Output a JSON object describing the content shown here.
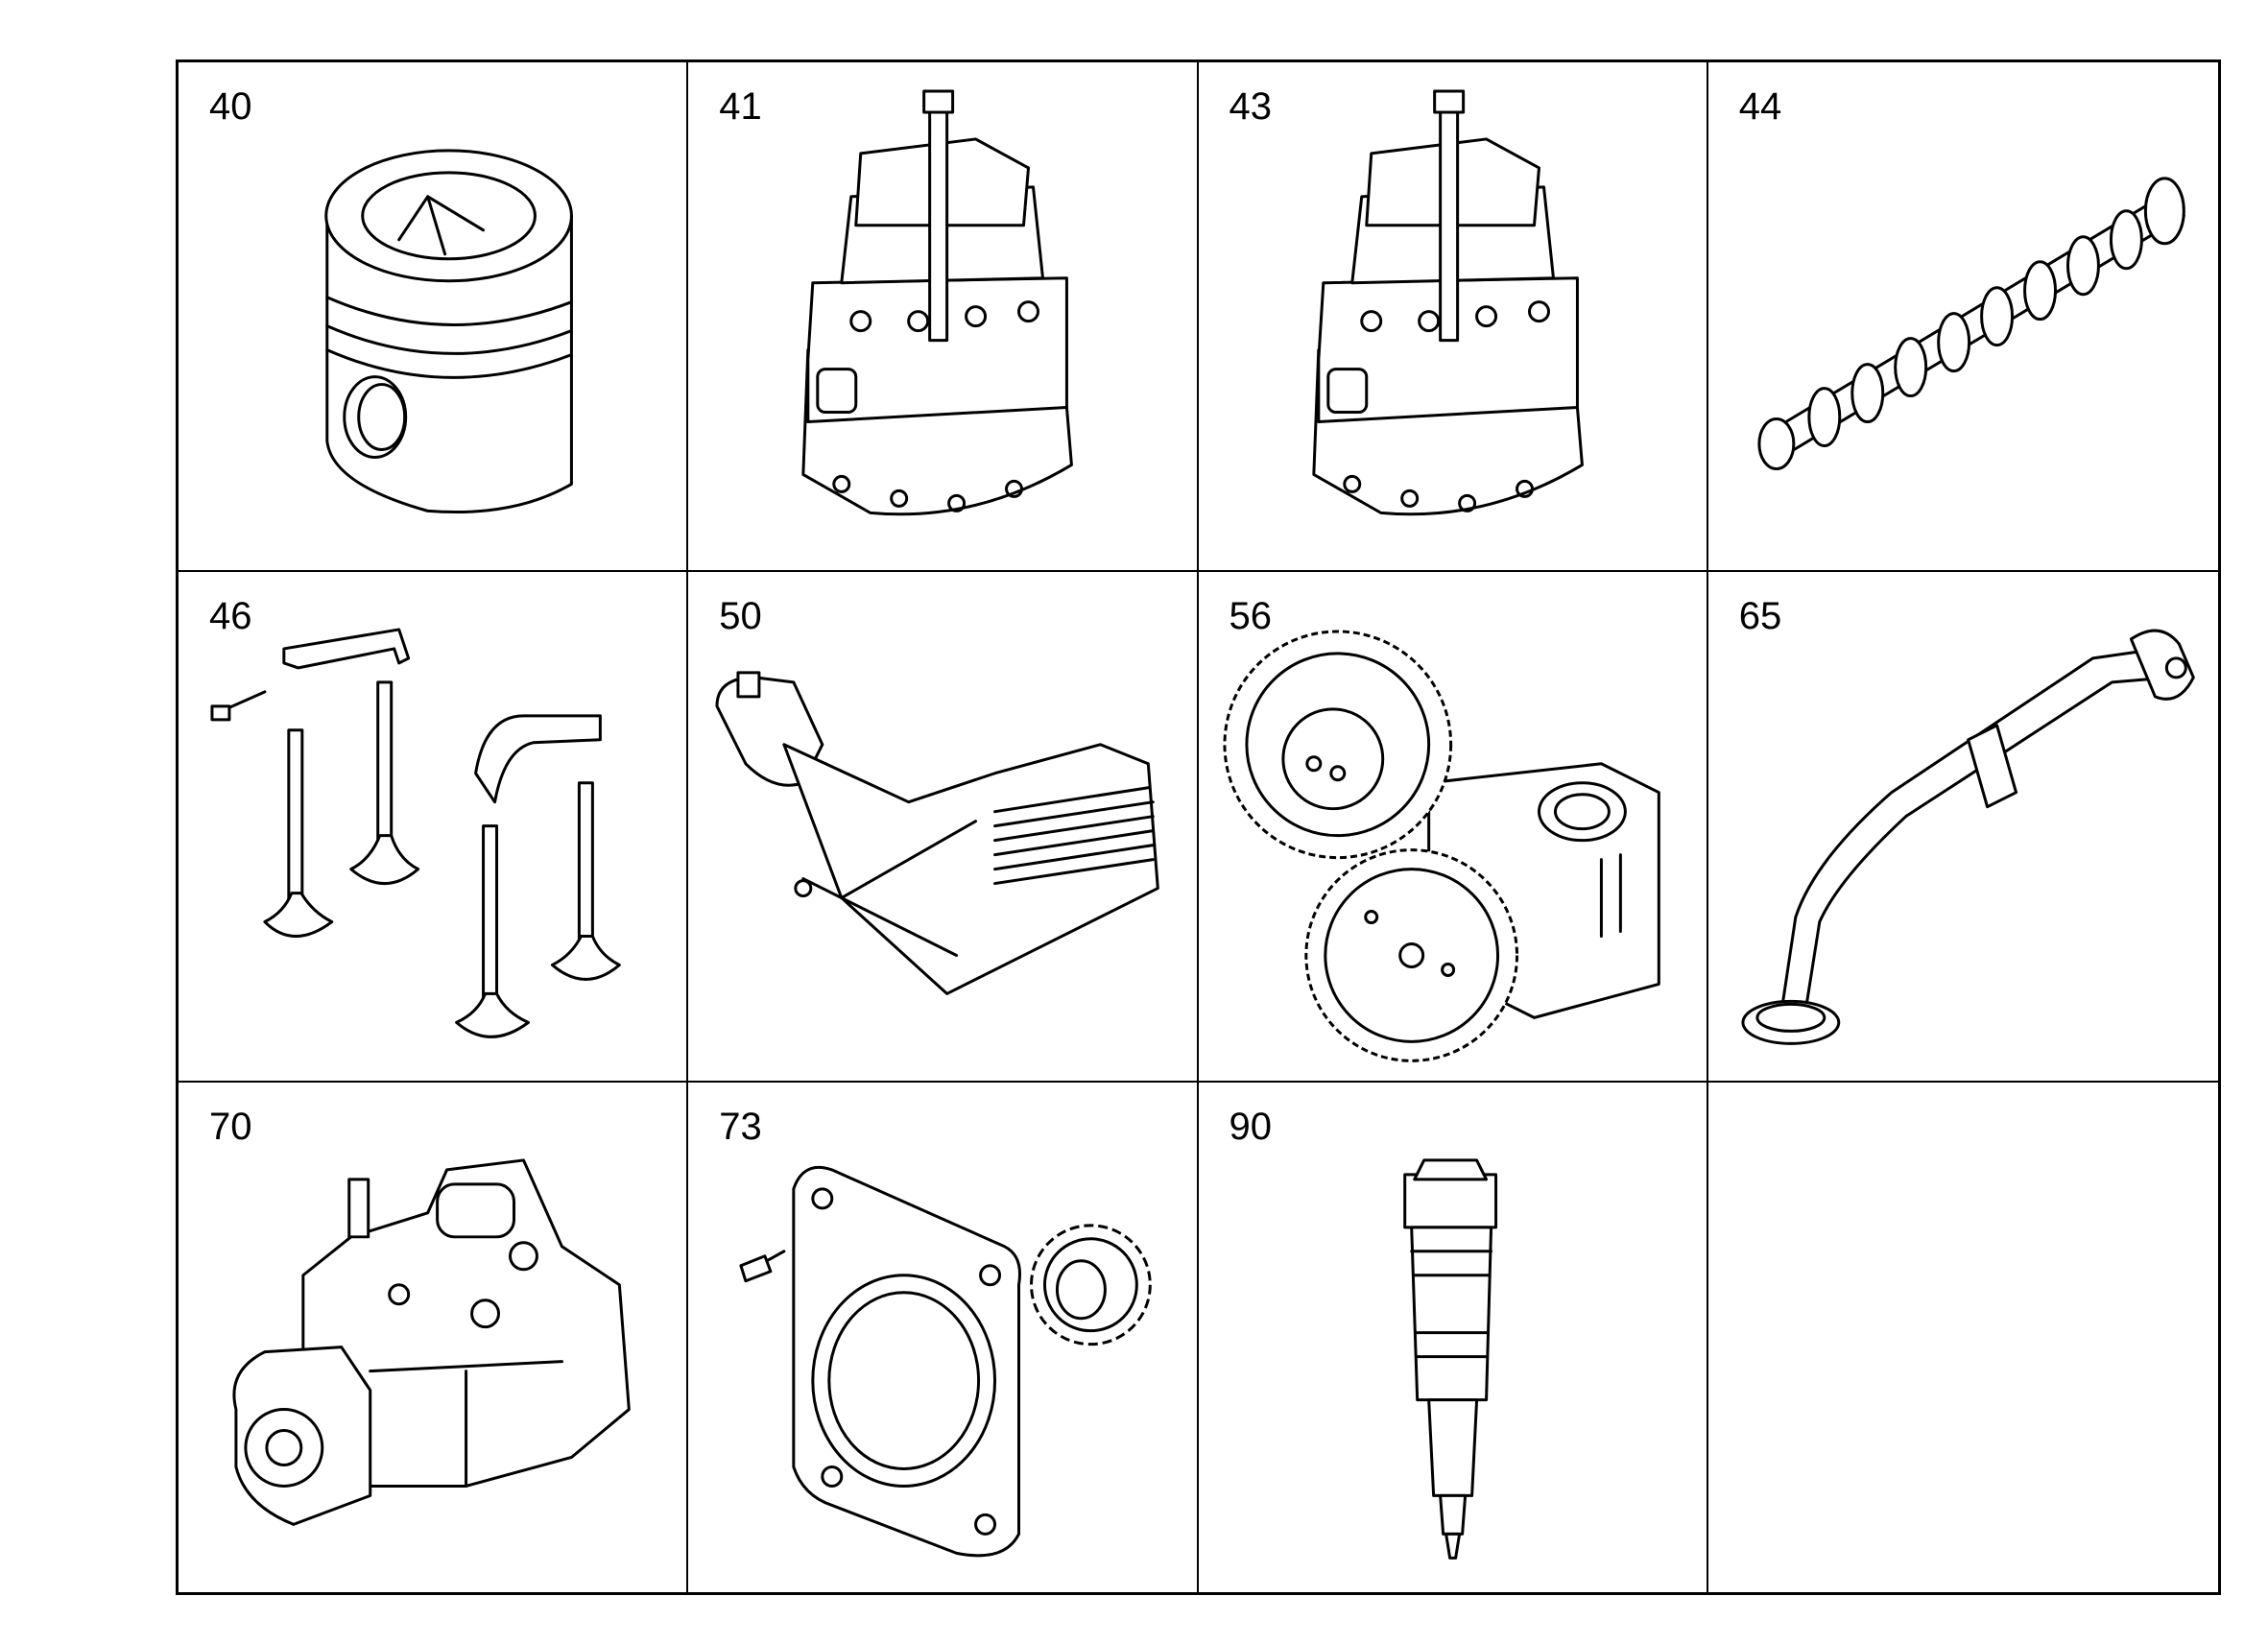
{
  "parts": [
    {
      "number": "40",
      "icon": "piston-icon"
    },
    {
      "number": "41",
      "icon": "cylinder-head-icon"
    },
    {
      "number": "43",
      "icon": "cylinder-head-icon"
    },
    {
      "number": "44",
      "icon": "camshaft-icon"
    },
    {
      "number": "46",
      "icon": "valves-rockers-icon"
    },
    {
      "number": "50",
      "icon": "oil-filter-cooler-icon"
    },
    {
      "number": "56",
      "icon": "oil-pump-gear-icon"
    },
    {
      "number": "65",
      "icon": "oil-suction-pipe-icon"
    },
    {
      "number": "70",
      "icon": "fuel-pump-icon"
    },
    {
      "number": "73",
      "icon": "gear-housing-icon"
    },
    {
      "number": "90",
      "icon": "injector-icon"
    },
    {
      "number": "",
      "icon": ""
    }
  ]
}
